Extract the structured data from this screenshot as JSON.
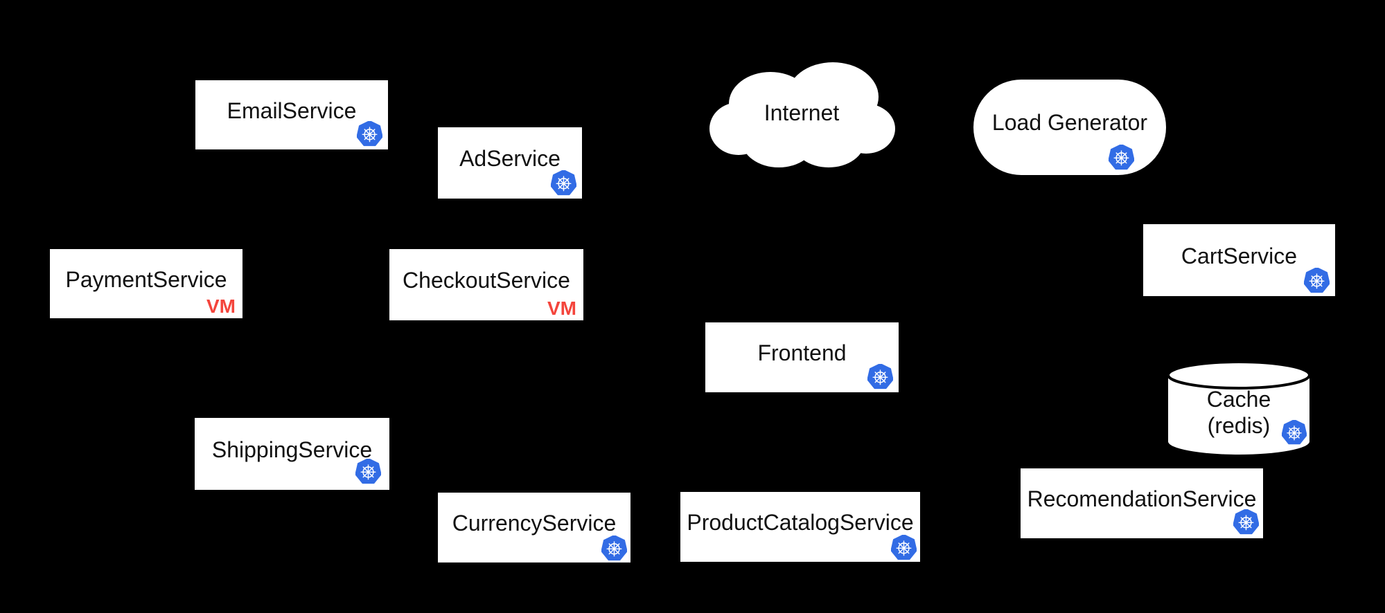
{
  "diagram": {
    "background_color": "#000000",
    "box_fill": "#ffffff",
    "text_color": "#111111",
    "kubernetes_blue": "#326ce5",
    "vm_red": "#f4453c",
    "nodes": [
      {
        "id": "email-service",
        "label": "EmailService",
        "shape": "rect",
        "badge": "kubernetes-icon"
      },
      {
        "id": "ad-service",
        "label": "AdService",
        "shape": "rect",
        "badge": "kubernetes-icon"
      },
      {
        "id": "internet",
        "label": "Internet",
        "shape": "cloud",
        "badge": null
      },
      {
        "id": "load-generator",
        "label": "Load Generator",
        "shape": "stadium",
        "badge": "kubernetes-icon"
      },
      {
        "id": "payment-service",
        "label": "PaymentService",
        "shape": "rect",
        "badge": "vm-badge",
        "badge_label": "VM"
      },
      {
        "id": "checkout-service",
        "label": "CheckoutService",
        "shape": "rect",
        "badge": "vm-badge",
        "badge_label": "VM"
      },
      {
        "id": "cart-service",
        "label": "CartService",
        "shape": "rect",
        "badge": "kubernetes-icon"
      },
      {
        "id": "frontend",
        "label": "Frontend",
        "shape": "rect",
        "badge": "kubernetes-icon"
      },
      {
        "id": "cache",
        "label": "Cache",
        "sublabel": "(redis)",
        "shape": "cylinder",
        "badge": "kubernetes-icon"
      },
      {
        "id": "shipping-service",
        "label": "ShippingService",
        "shape": "rect",
        "badge": "kubernetes-icon"
      },
      {
        "id": "currency-service",
        "label": "CurrencyService",
        "shape": "rect",
        "badge": "kubernetes-icon"
      },
      {
        "id": "product-catalog-service",
        "label": "ProductCatalogService",
        "shape": "rect",
        "badge": "kubernetes-icon"
      },
      {
        "id": "recomendation-service",
        "label": "RecomendationService",
        "shape": "rect",
        "badge": "kubernetes-icon"
      }
    ]
  }
}
